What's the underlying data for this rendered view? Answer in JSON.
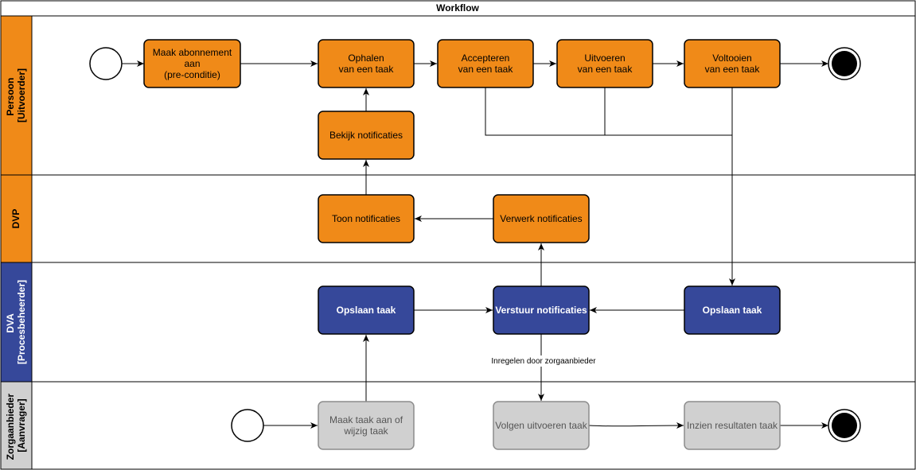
{
  "title": "Workflow",
  "colors": {
    "orange": "#F08A18",
    "blue": "#36489A",
    "gray": "#D0D0D0",
    "gray_stroke": "#8C8C8C",
    "line": "#000000"
  },
  "lanes": [
    {
      "id": "persoon",
      "label_lines": [
        "Persoon",
        "[Uitvoerder]"
      ],
      "color": "orange"
    },
    {
      "id": "dvp",
      "label_lines": [
        "DVP"
      ],
      "color": "orange"
    },
    {
      "id": "dva",
      "label_lines": [
        "DVA",
        "[Procesbeheerder]"
      ],
      "color": "blue"
    },
    {
      "id": "zorg",
      "label_lines": [
        "Zorgaanbieder",
        "[Aanvrager]"
      ],
      "color": "gray"
    }
  ],
  "nodes": [
    {
      "id": "maak",
      "lines": [
        "Maak abonnement",
        "aan",
        "(pre-conditie)"
      ],
      "style": "orange"
    },
    {
      "id": "ophalen",
      "lines": [
        "Ophalen",
        "van een taak"
      ],
      "style": "orange"
    },
    {
      "id": "accept",
      "lines": [
        "Accepteren",
        "van een taak"
      ],
      "style": "orange"
    },
    {
      "id": "uitvoer",
      "lines": [
        "Uitvoeren",
        "van een taak"
      ],
      "style": "orange"
    },
    {
      "id": "voltooi",
      "lines": [
        "Voltooien",
        "van een taak"
      ],
      "style": "orange"
    },
    {
      "id": "bekijk",
      "lines": [
        "Bekijk notificaties"
      ],
      "style": "orange"
    },
    {
      "id": "toon",
      "lines": [
        "Toon notificaties"
      ],
      "style": "orange"
    },
    {
      "id": "verwerk",
      "lines": [
        "Verwerk notificaties"
      ],
      "style": "orange"
    },
    {
      "id": "opslaan1",
      "lines": [
        "Opslaan taak"
      ],
      "style": "blue"
    },
    {
      "id": "verstuur",
      "lines": [
        "Verstuur notificaties"
      ],
      "style": "blue"
    },
    {
      "id": "opslaan2",
      "lines": [
        "Opslaan taak"
      ],
      "style": "blue"
    },
    {
      "id": "maaktaak",
      "lines": [
        "Maak taak aan of",
        "wijzig taak"
      ],
      "style": "gray"
    },
    {
      "id": "volgen",
      "lines": [
        "Volgen uitvoeren taak"
      ],
      "style": "gray"
    },
    {
      "id": "inzien",
      "lines": [
        "Inzien resultaten taak"
      ],
      "style": "gray"
    }
  ],
  "events": [
    {
      "id": "start1",
      "type": "start"
    },
    {
      "id": "end1",
      "type": "end"
    },
    {
      "id": "start2",
      "type": "start"
    },
    {
      "id": "end2",
      "type": "end"
    }
  ],
  "edge_labels": {
    "inregelen": "Inregelen door zorgaanbieder"
  }
}
